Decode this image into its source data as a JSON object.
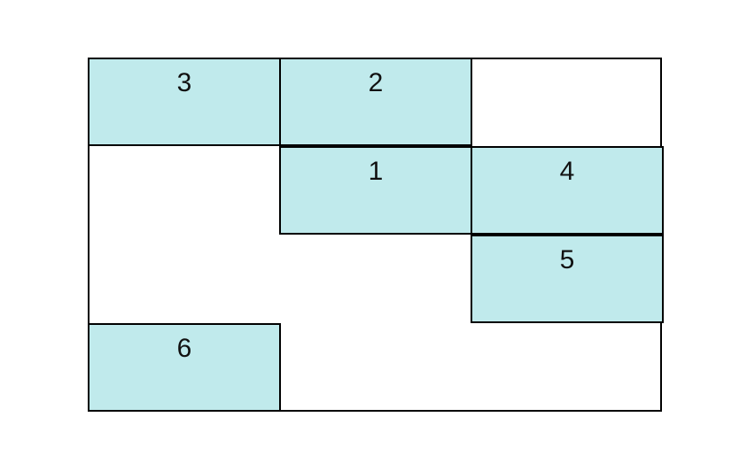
{
  "diagram": {
    "grid": {
      "rows": 4,
      "columns": 3
    },
    "fill_color": "#c0eaec",
    "border_color": "#000000",
    "cells": [
      {
        "label": "3",
        "row": 1,
        "column": 1
      },
      {
        "label": "2",
        "row": 1,
        "column": 2
      },
      {
        "label": "1",
        "row": 2,
        "column": 2
      },
      {
        "label": "4",
        "row": 2,
        "column": 3
      },
      {
        "label": "5",
        "row": 3,
        "column": 3
      },
      {
        "label": "6",
        "row": 4,
        "column": 1
      }
    ]
  }
}
